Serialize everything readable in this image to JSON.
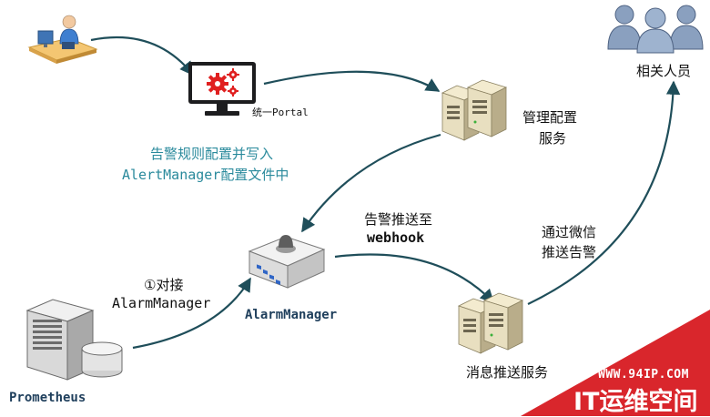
{
  "nodes": {
    "user_icon": "user-at-computer-icon",
    "portal": {
      "label": "统一Portal",
      "icon": "monitor-gears-icon"
    },
    "config_server": {
      "label_line1": "管理配置",
      "label_line2": "服务",
      "icon": "server-icon"
    },
    "people": {
      "label": "相关人员",
      "icon": "people-group-icon"
    },
    "alarm_manager": {
      "label": "AlarmManager",
      "icon": "alarm-device-icon"
    },
    "prometheus": {
      "label": "Prometheus",
      "icon": "server-database-icon"
    },
    "message_server": {
      "label": "消息推送服务",
      "icon": "server-icon"
    }
  },
  "edges": {
    "config_write_line1": "告警规则配置并写入",
    "config_write_line2": "AlertManager配置文件中",
    "connect_line1": "①对接",
    "connect_line2": "AlarmManager",
    "webhook_line1": "告警推送至",
    "webhook_line2": "webhook",
    "wechat_line1": "通过微信",
    "wechat_line2": "推送告警"
  },
  "watermark": {
    "url": "WWW.94IP.COM",
    "title": "IT运维空间"
  },
  "colors": {
    "arrow": "#1f4e5a",
    "accent_text": "#2a8a9c",
    "watermark_bg": "#d9262c",
    "gear_red": "#e02020"
  }
}
